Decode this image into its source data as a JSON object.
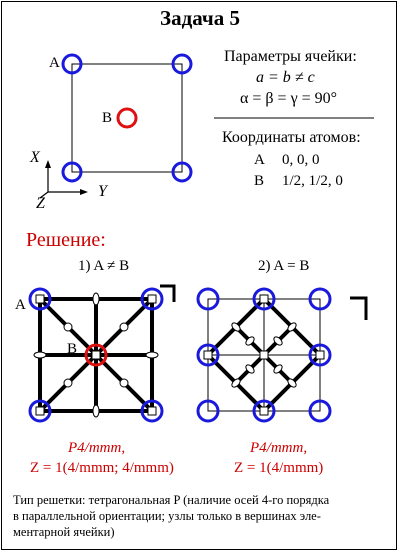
{
  "title": "Задача 5",
  "cell_params": {
    "heading": "Параметры ячейки:",
    "line1": "a = b ≠ c",
    "line2": "α = β = γ = 90°"
  },
  "coords": {
    "heading": "Координаты атомов:",
    "atom_a": {
      "label": "A",
      "values": "0, 0, 0"
    },
    "atom_b": {
      "label": "B",
      "values": "1/2, 1/2,  0"
    }
  },
  "cell_labels": {
    "a": "A",
    "b": "B"
  },
  "axes": {
    "x": "X",
    "y": "Y",
    "z": "Z"
  },
  "solution": {
    "heading": "Решение:",
    "case1": {
      "label": "1) A ≠ B",
      "atom_a": "A",
      "atom_b": "B",
      "group": "P4/mmm,",
      "z": "Z = 1(4/mmm; 4/mmm)"
    },
    "case2": {
      "label": "2) A = B",
      "group": "P4/mmm,",
      "z": "Z = 1(4/mmm)"
    }
  },
  "footer": {
    "line1": "Тип решетки: тетрагональная P (наличие осей 4-го порядка",
    "line2": "в параллельной  ориентации;  узлы только  в вершинах эле-",
    "line3": "ментарной ячейки)"
  },
  "colors": {
    "blue_atom": "#1a1adc",
    "red_atom": "#dd1111",
    "solution_red": "#cc0000"
  }
}
